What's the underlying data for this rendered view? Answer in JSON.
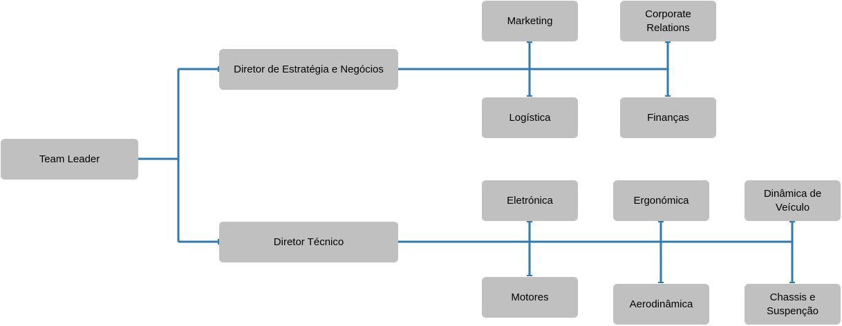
{
  "colors": {
    "node_fill": "#c0c0c0",
    "connector": "#2a7ab3",
    "background": "#ffffff"
  },
  "nodes": {
    "team_leader": "Team Leader",
    "director_strategy": "Diretor de Estratégia e Negócios",
    "director_technical": "Diretor Técnico",
    "marketing": "Marketing",
    "corporate_relations": "Corporate Relations",
    "logistica": "Logística",
    "financas": "Finanças",
    "eletronica": "Eletrónica",
    "ergonomica": "Ergonómica",
    "dinamica_veiculo": "Dinâmica de Veículo",
    "motores": "Motores",
    "aerodinamica": "Aerodinâmica",
    "chassis_suspensao": "Chassis e Suspenção"
  }
}
